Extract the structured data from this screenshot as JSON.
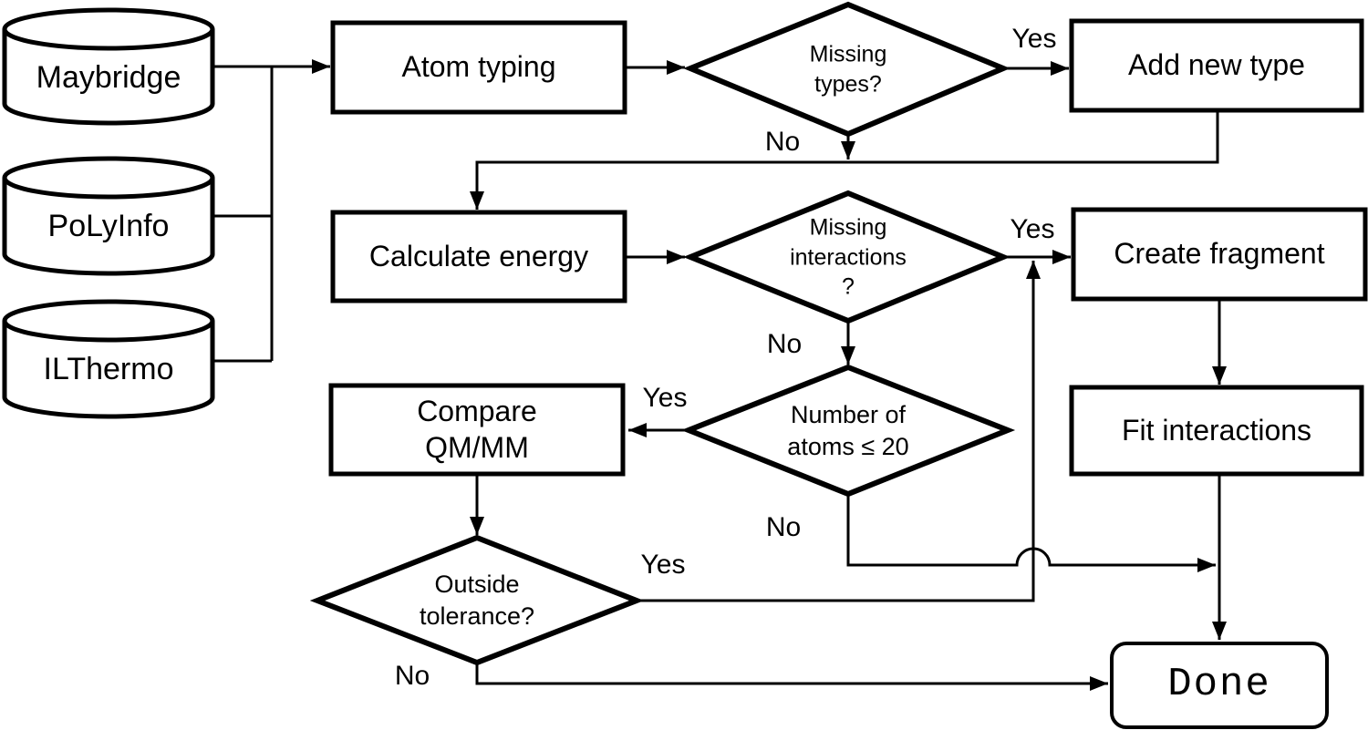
{
  "databases": [
    {
      "label": "Maybridge"
    },
    {
      "label": "PoLyInfo"
    },
    {
      "label": "ILThermo"
    }
  ],
  "nodes": {
    "atom_typing": {
      "label": "Atom typing"
    },
    "add_new_type": {
      "label": "Add new type"
    },
    "calculate_energy": {
      "label": "Calculate energy"
    },
    "create_fragment": {
      "label": "Create fragment"
    },
    "fit_interactions": {
      "label": "Fit interactions"
    },
    "compare_qm_mm": {
      "lines": [
        "Compare",
        "QM/MM"
      ]
    },
    "done": {
      "label": "Done"
    }
  },
  "decisions": {
    "missing_types": {
      "lines": [
        "Missing",
        "types?"
      ]
    },
    "missing_interactions": {
      "lines": [
        "Missing",
        "interactions",
        "?"
      ]
    },
    "number_of_atoms": {
      "lines": [
        "Number of",
        "atoms ≤ 20"
      ]
    },
    "outside_tolerance": {
      "lines": [
        "Outside",
        "tolerance?"
      ]
    }
  },
  "edge_labels": {
    "missing_types_yes": "Yes",
    "missing_types_no": "No",
    "missing_interactions_yes": "Yes",
    "missing_interactions_no": "No",
    "number_of_atoms_yes": "Yes",
    "number_of_atoms_no": "No",
    "outside_tolerance_yes": "Yes",
    "outside_tolerance_no": "No"
  },
  "colors": {
    "ink": "#000000",
    "paper": "#ffffff"
  }
}
